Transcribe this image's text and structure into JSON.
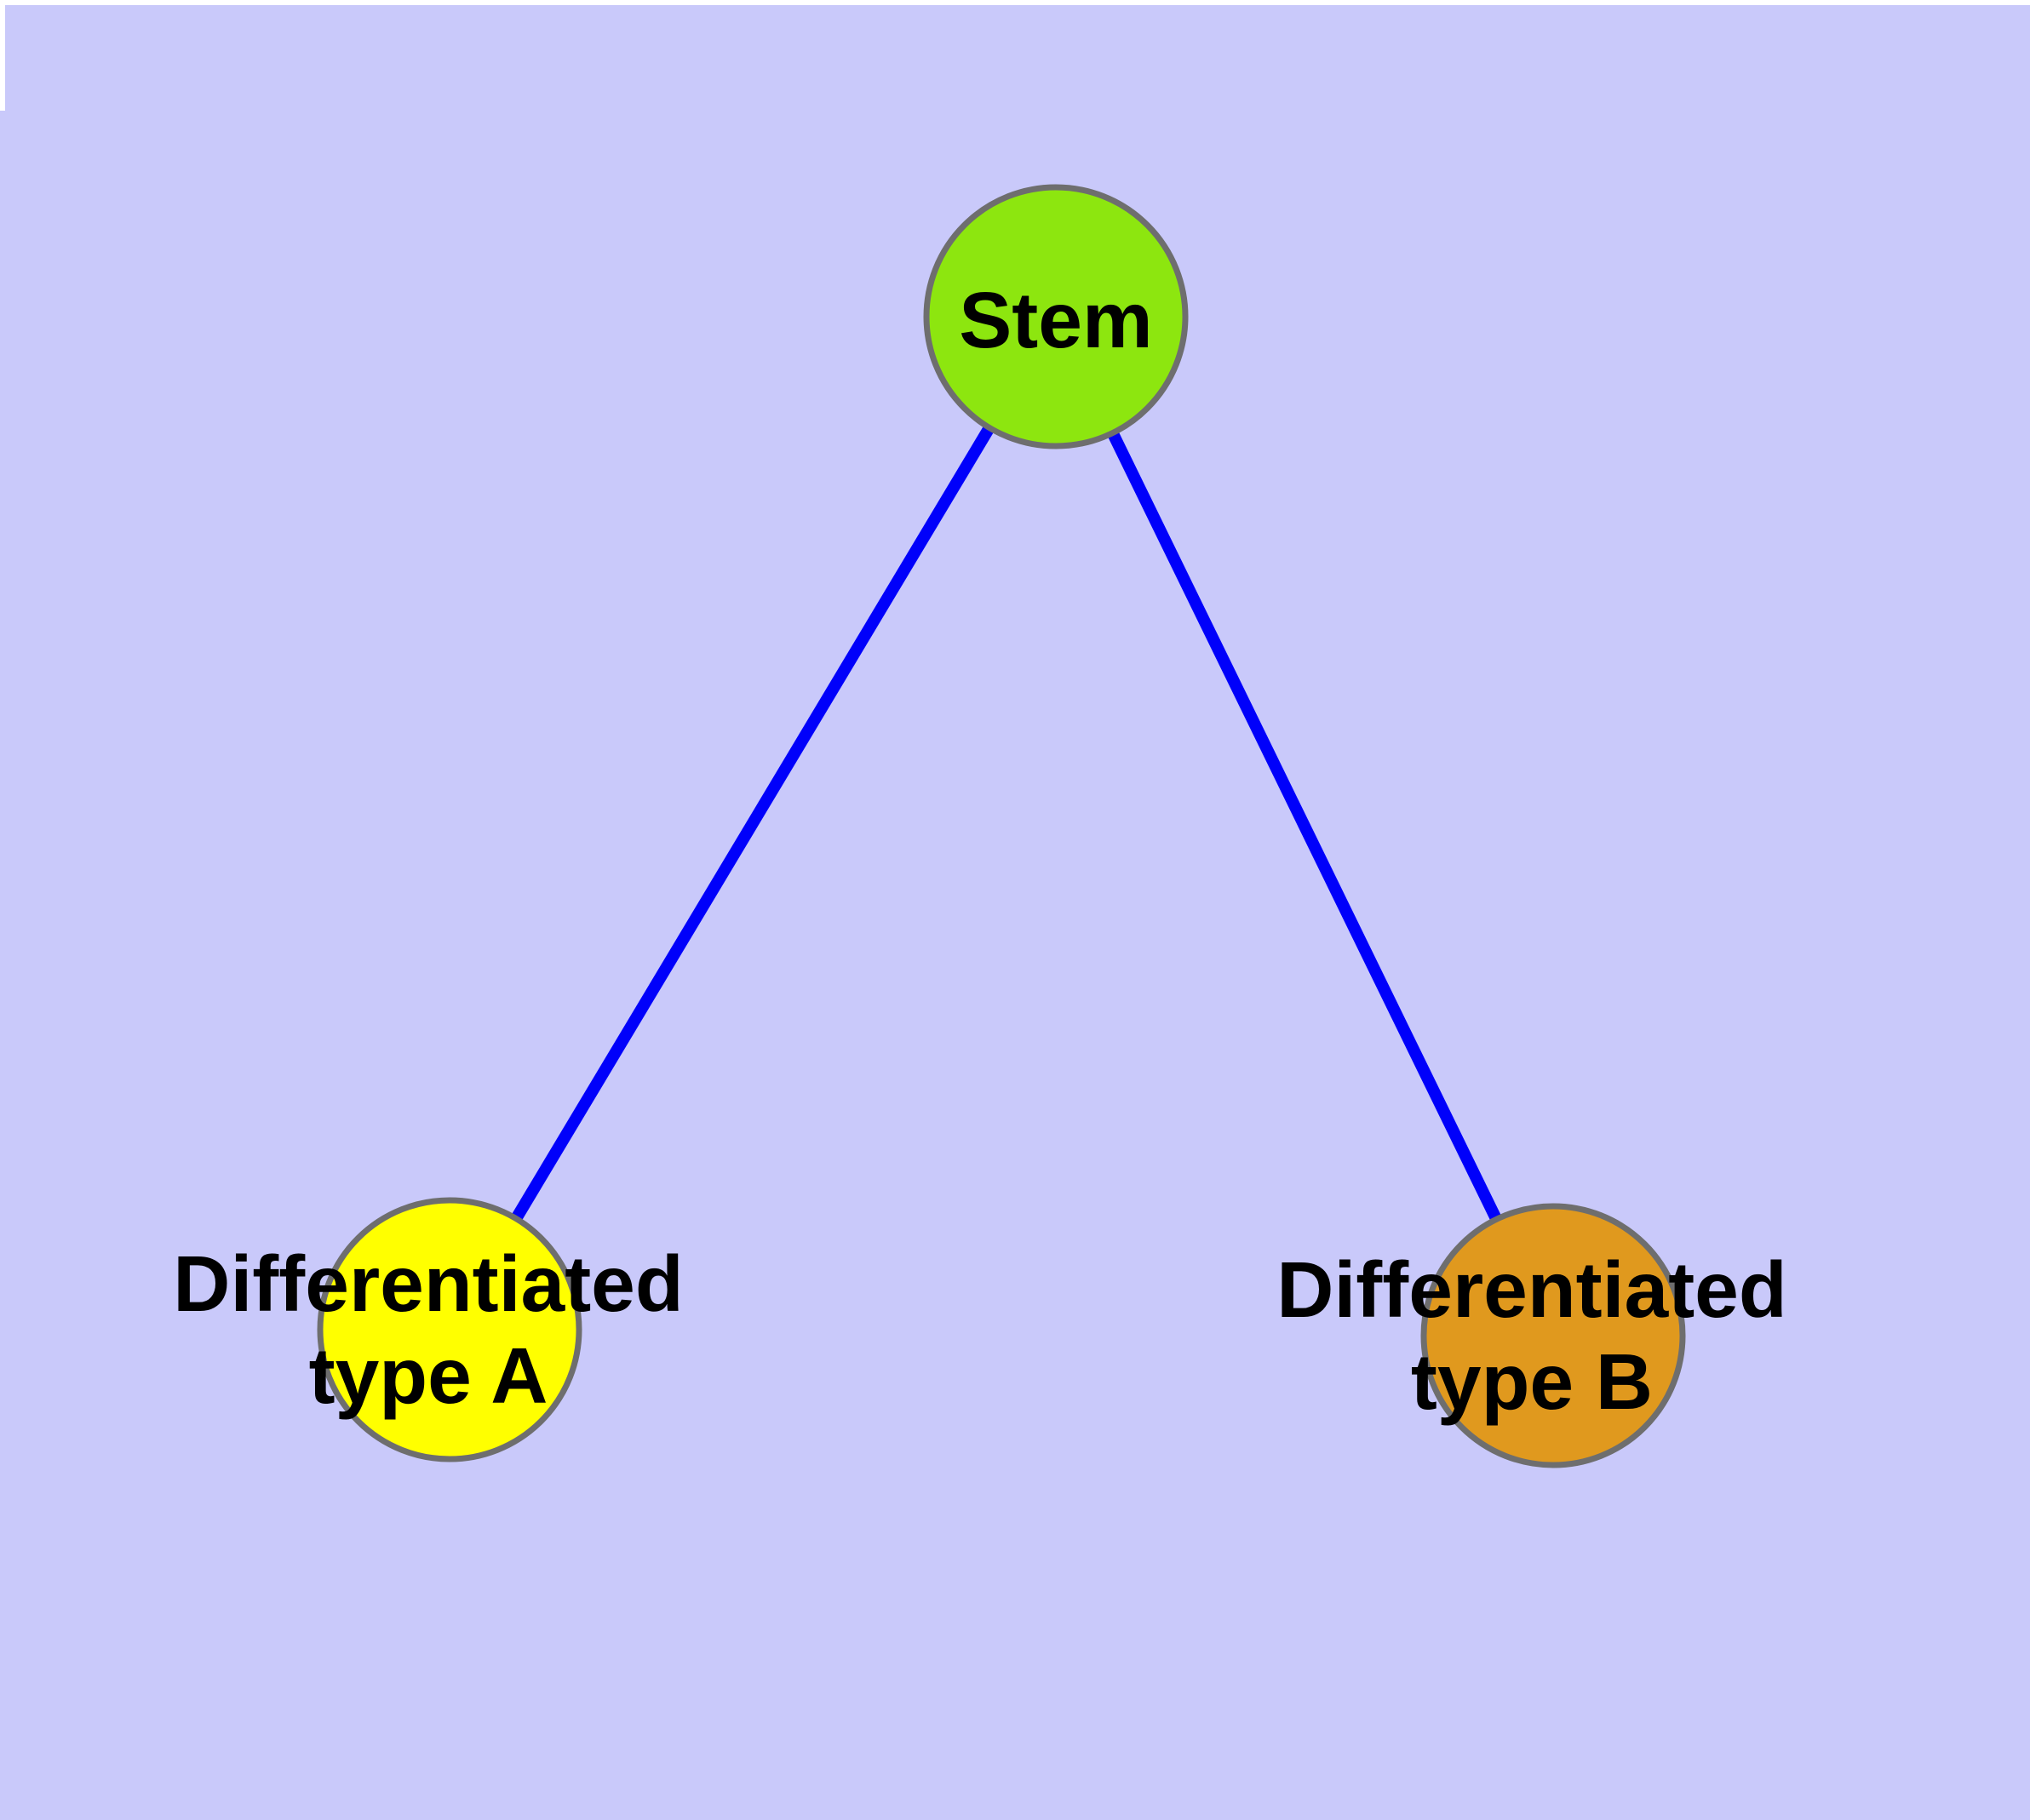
{
  "figure": {
    "background_color": "#c9c9fa",
    "frame_color": "#ffffff"
  },
  "graph": {
    "edge_color": "#0000fa",
    "node_border_color": "#6e6e6e",
    "label_color": "#000000",
    "nodes": [
      {
        "id": "stem",
        "label": "Stem",
        "fill": "#8de60f"
      },
      {
        "id": "differentiated-type-a",
        "label_line1": "Differentiated",
        "label_line2": "type A",
        "fill": "#ffff00"
      },
      {
        "id": "differentiated-type-b",
        "label_line1": "Differentiated",
        "label_line2": "type B",
        "fill": "#e0991e"
      }
    ],
    "edges": [
      {
        "from": "Stem",
        "to": "Differentiated type A"
      },
      {
        "from": "Stem",
        "to": "Differentiated type B"
      }
    ]
  }
}
